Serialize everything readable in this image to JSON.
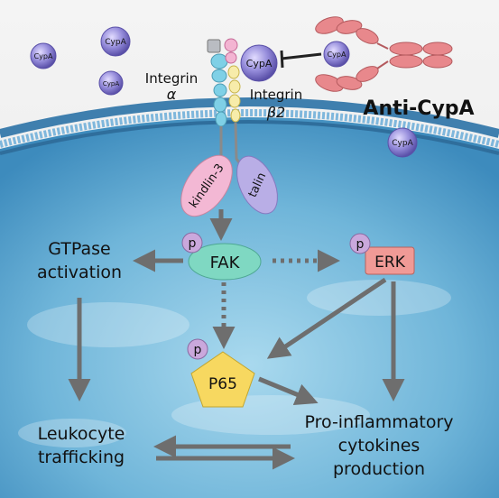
{
  "molecules": {
    "cypa": "CypA",
    "integrin_alpha_line1": "Integrin",
    "integrin_alpha_line2": "α",
    "integrin_beta_line1": "Integrin",
    "integrin_beta_line2": "β2",
    "anti_cypa": "Anti-CypA",
    "kindlin": "kindlin-3",
    "talin": "talin",
    "phospho": "p",
    "fak": "FAK",
    "erk": "ERK",
    "p65": "P65"
  },
  "outcomes": {
    "gtpase_line1": "GTPase",
    "gtpase_line2": "activation",
    "leukocyte_line1": "Leukocyte",
    "leukocyte_line2": "trafficking",
    "cytokines_line1": "Pro-inflammatory",
    "cytokines_line2": "cytokines",
    "cytokines_line3": "production"
  },
  "colors": {
    "cypa_fill": "#8f86d6",
    "antibody": "#e8888c",
    "kindlin": "#f3b8d4",
    "talin": "#b9aee6",
    "fak": "#7fd8c2",
    "erk": "#f09a96",
    "p65": "#f7d860",
    "phospho": "#caa8dc",
    "arrow": "#6e6e6e",
    "cell": "#4d9fca"
  }
}
